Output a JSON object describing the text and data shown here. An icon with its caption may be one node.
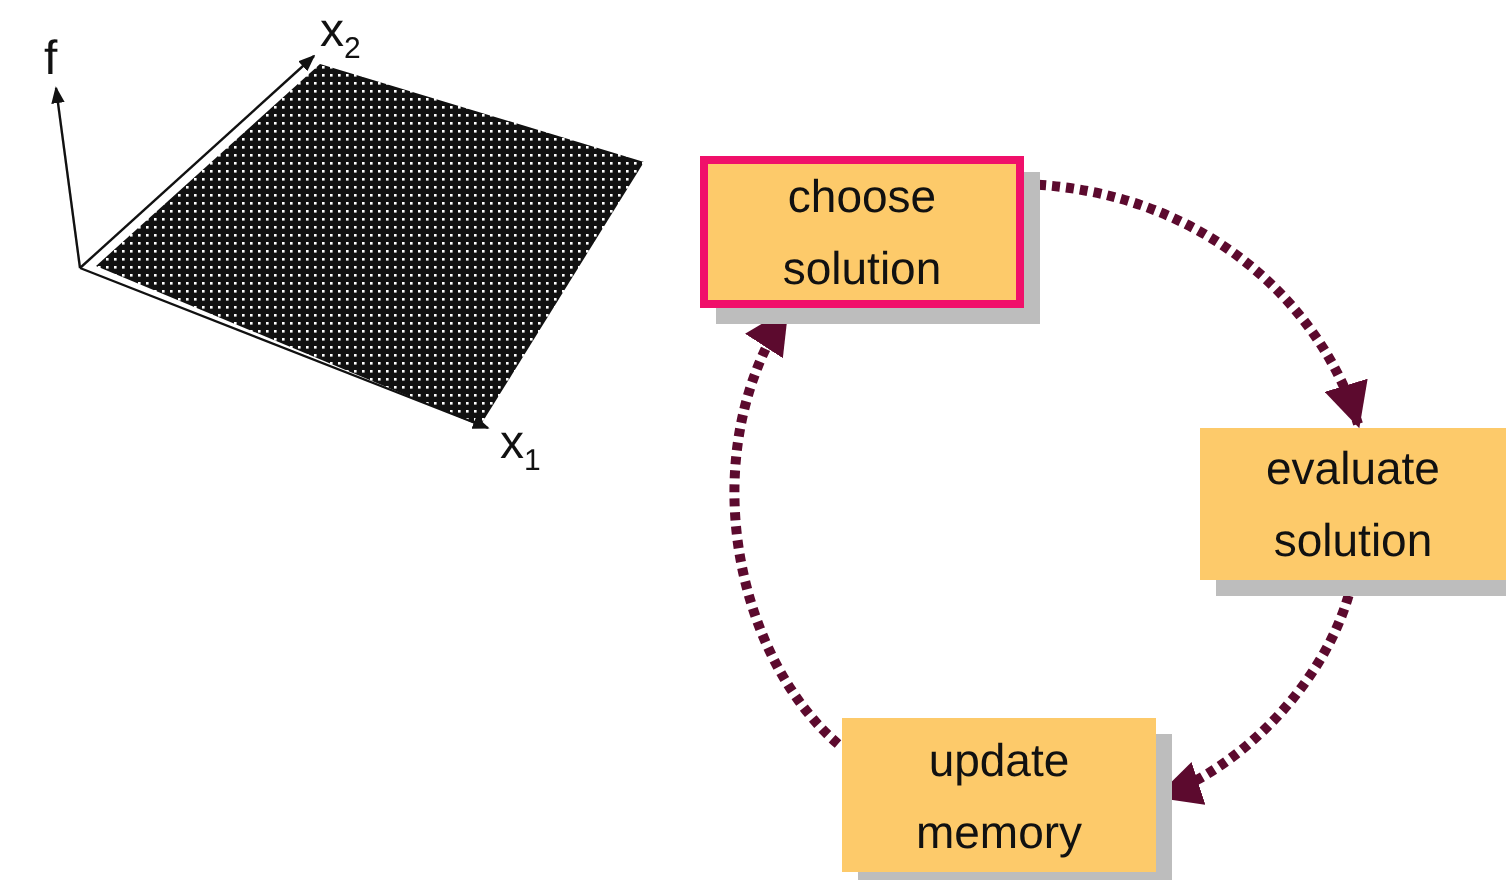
{
  "diagram": {
    "nodes": [
      {
        "text": [
          "choose solution"
        ]
      },
      {
        "text": [
          "evaluate solution"
        ]
      },
      {
        "text": [
          "update memory"
        ]
      }
    ],
    "edges": [
      {
        "from": 0,
        "to": 1,
        "arrow": "to",
        "style": "dashed"
      },
      {
        "from": 1,
        "to": 2,
        "arrow": "to",
        "style": "dashed"
      },
      {
        "from": 2,
        "to": 0,
        "arrow": "to",
        "style": "dashed"
      }
    ],
    "labels": [
      "f",
      "x$_{2}$",
      "x$_{1}$"
    ]
  }
}
